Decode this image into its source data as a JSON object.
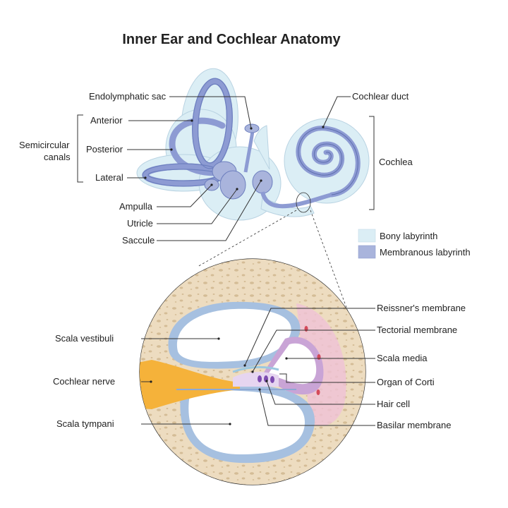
{
  "title": "Inner Ear and Cochlear Anatomy",
  "labels": {
    "endolymphatic_sac": "Endolymphatic sac",
    "cochlear_duct": "Cochlear duct",
    "semicircular_canals_1": "Semicircular",
    "semicircular_canals_2": "canals",
    "anterior": "Anterior",
    "posterior": "Posterior",
    "lateral": "Lateral",
    "cochlea": "Cochlea",
    "ampulla": "Ampulla",
    "utricle": "Utricle",
    "saccule": "Saccule",
    "reissners_membrane": "Reissner's membrane",
    "tectorial_membrane": "Tectorial membrane",
    "scala_vestibuli": "Scala vestibuli",
    "scala_media": "Scala media",
    "cochlear_nerve": "Cochlear nerve",
    "organ_of_corti": "Organ of Corti",
    "hair_cell": "Hair cell",
    "scala_tympani": "Scala tympani",
    "basilar_membrane": "Basilar membrane"
  },
  "legend": [
    {
      "label": "Bony labyrinth",
      "color": "#dbeef5"
    },
    {
      "label": "Membranous labyrinth",
      "color": "#a9b4dc"
    }
  ],
  "colors": {
    "bony": "#dbeef5",
    "membranous": "#a9b4dc",
    "membranous_dark": "#6d7fbf",
    "bone": "#eddcc0",
    "bone_spot": "#d4bc96",
    "duct_blue": "#a6c0e0",
    "nerve": "#f5b23a",
    "scala_media_pink": "#efc2d6",
    "organ_purple": "#c9a4d6"
  }
}
